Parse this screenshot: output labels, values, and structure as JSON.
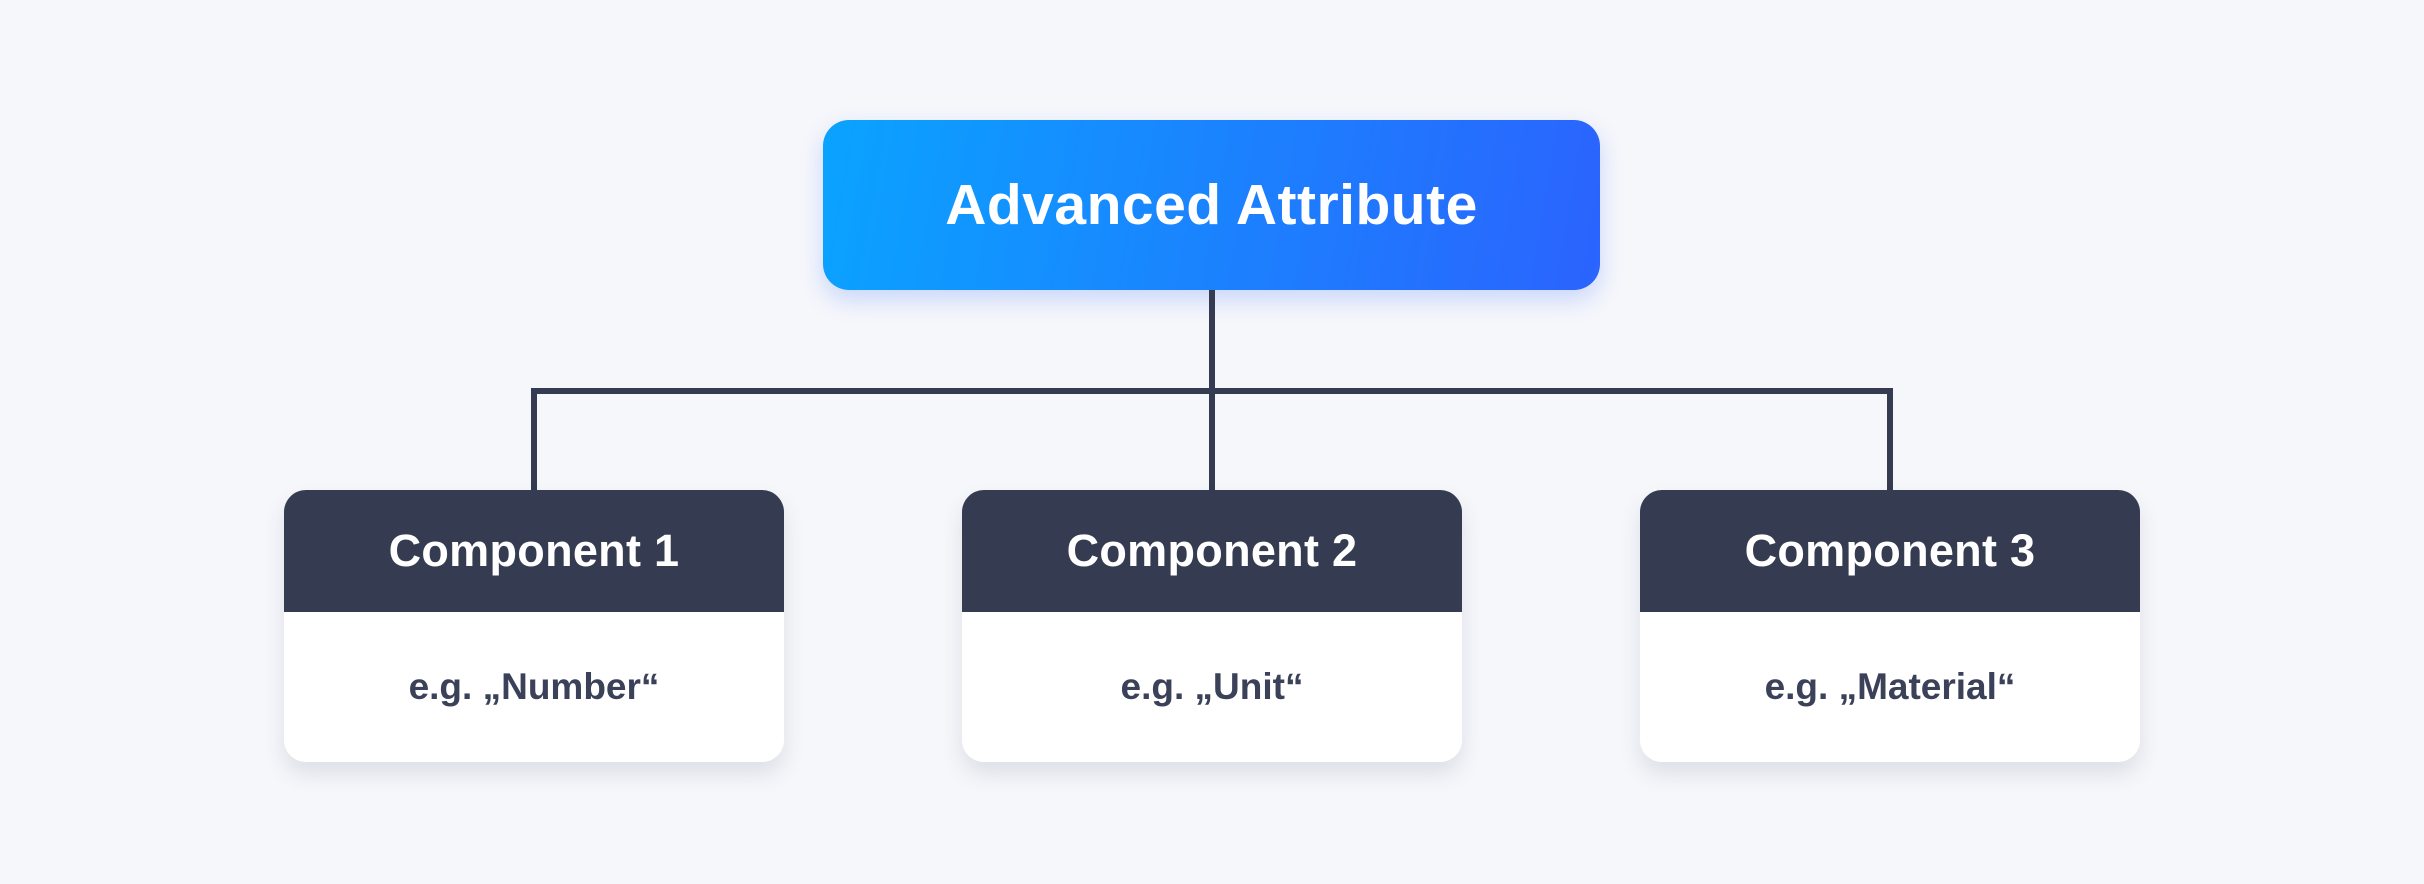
{
  "diagram": {
    "root": {
      "label": "Advanced Attribute"
    },
    "children": [
      {
        "title": "Component 1",
        "example": "e.g. „Number“"
      },
      {
        "title": "Component 2",
        "example": "e.g. „Unit“"
      },
      {
        "title": "Component 3",
        "example": "e.g. „Material“"
      }
    ],
    "colors": {
      "background": "#f6f7fb",
      "root_gradient_start": "#0aa3ff",
      "root_gradient_end": "#2b63fe",
      "root_text": "#ffffff",
      "node_header_bg": "#353b50",
      "node_header_text": "#ffffff",
      "node_body_bg": "#ffffff",
      "node_body_text": "#3a4158",
      "connector": "#353b50"
    }
  }
}
